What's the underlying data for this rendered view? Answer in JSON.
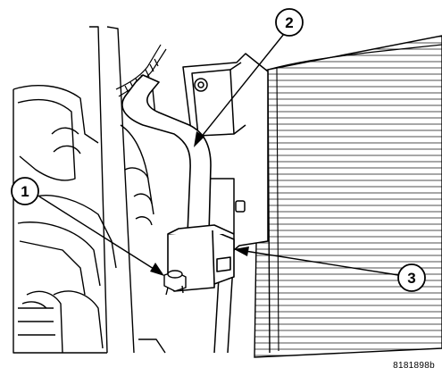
{
  "callouts": [
    {
      "id": "1",
      "label": "1"
    },
    {
      "id": "2",
      "label": "2"
    },
    {
      "id": "3",
      "label": "3"
    }
  ],
  "figure_id": "8181898b"
}
